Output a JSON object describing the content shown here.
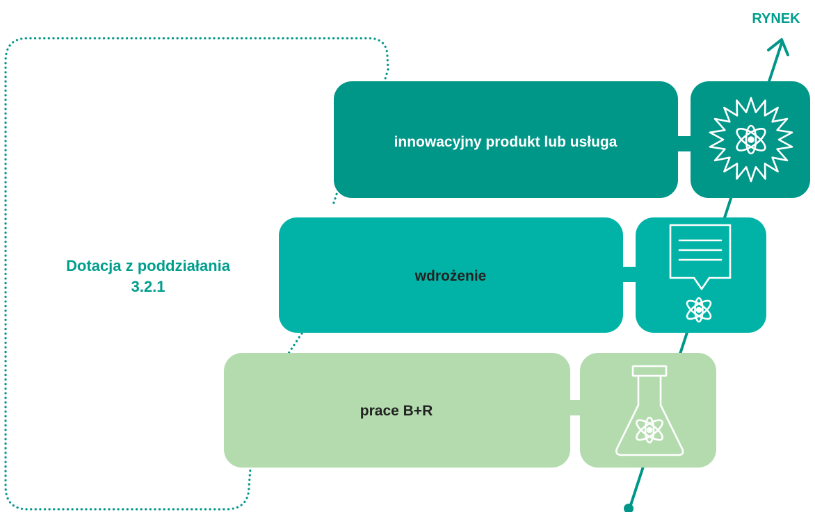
{
  "grant": {
    "line1": "Dotacja z poddziałania",
    "line2": "3.2.1"
  },
  "market": {
    "label": "RYNEK"
  },
  "stages": [
    {
      "label": "innowacyjny produkt lub usługa",
      "icon": "atom-starburst-icon"
    },
    {
      "label": "wdrożenie",
      "icon": "document-atom-icon"
    },
    {
      "label": "prace B+R",
      "icon": "flask-atom-icon"
    }
  ],
  "colors": {
    "dark_teal": "#009688",
    "teal": "#00b3a6",
    "light_green": "#b3dbae",
    "accent_text": "#009e8d",
    "dark_text": "#222222",
    "white_text": "#ffffff"
  }
}
